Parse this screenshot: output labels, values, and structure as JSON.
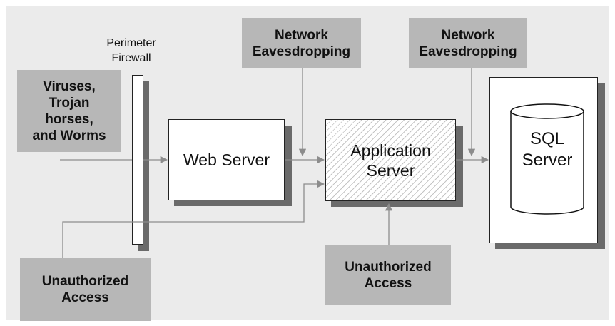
{
  "firewall": {
    "label": "Perimeter\nFirewall"
  },
  "threats": {
    "viruses": "Viruses,\nTrojan\nhorses,\nand Worms",
    "eavesdropping_left": "Network\nEavesdropping",
    "eavesdropping_right": "Network\nEavesdropping",
    "unauthorized_bottom_left": "Unauthorized\nAccess",
    "unauthorized_bottom_center": "Unauthorized\nAccess"
  },
  "servers": {
    "web": "Web Server",
    "application": "Application\nServer",
    "sql": "SQL\nServer"
  },
  "colors": {
    "background": "#ebebeb",
    "threat_box": "#b7b7b7",
    "shadow": "#6a6a6a",
    "lines": "#8c8c8c"
  }
}
